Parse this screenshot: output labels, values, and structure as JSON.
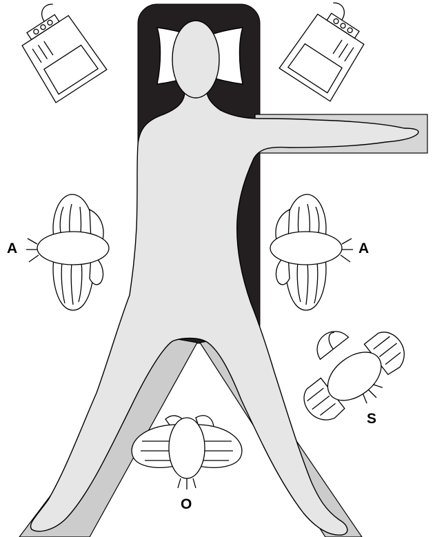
{
  "labels": {
    "left_arm_holder": "A",
    "right_arm_holder": "A",
    "side_holder": "S",
    "bottom_holder": "O"
  },
  "colors": {
    "table_surface": "#231f20",
    "body_fill": "#e6e6e6",
    "leg_board_fill": "#cccccc",
    "arm_board_fill": "#d6d6d6",
    "outline": "#000000"
  }
}
